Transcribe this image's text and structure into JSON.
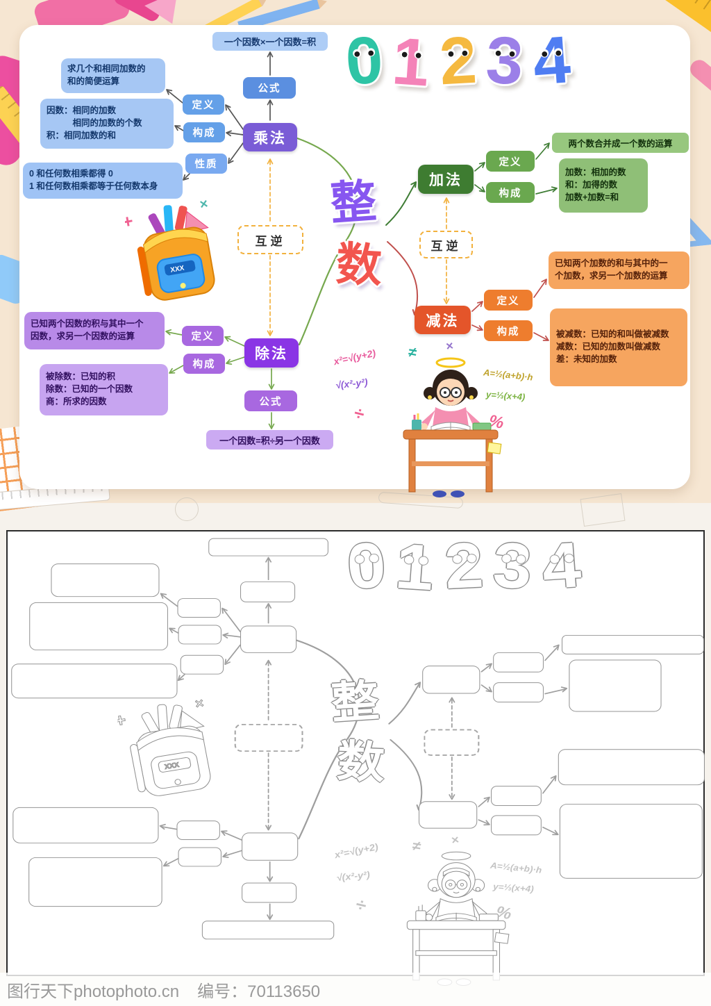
{
  "watermark": {
    "site": "图行天下photophoto.cn",
    "code": "编号：70113650"
  },
  "center": {
    "char1": "整",
    "char2": "数"
  },
  "numbers": {
    "n0": "0",
    "n1": "1",
    "n2": "2",
    "n3": "3",
    "n4": "4"
  },
  "inverse": {
    "left": "互逆",
    "right": "互逆"
  },
  "multiplication": {
    "title": "乘法",
    "formula_label": "公式",
    "formula_text": "一个因数×一个因数=积",
    "definition_label": "定义",
    "definition_text": "求几个和相同加数的\n和的简便运算",
    "composition_label": "构成",
    "composition_text": "因数：相同的加数\n　　　相同的加数的个数\n积：相同加数的和",
    "property_label": "性质",
    "property_text": "0 和任何数相乘都得 0\n1 和任何数相乘都等于任何数本身"
  },
  "division": {
    "title": "除法",
    "definition_label": "定义",
    "definition_text": "已知两个因数的积与其中一个\n因数，求另一个因数的运算",
    "composition_label": "构成",
    "composition_text": "被除数：已知的积\n除数：已知的一个因数\n商：所求的因数",
    "formula_label": "公式",
    "formula_text": "一个因数=积÷另一个因数"
  },
  "addition": {
    "title": "加法",
    "definition_label": "定义",
    "definition_text": "两个数合并成一个数的运算",
    "composition_label": "构成",
    "composition_text": "加数：相加的数\n和：加得的数\n加数+加数=和"
  },
  "subtraction": {
    "title": "减法",
    "definition_label": "定义",
    "definition_text": "已知两个加数的和与其中的一\n个加数，求另一个加数的运算",
    "composition_label": "构成",
    "composition_text": "被减数：已知的和叫做被减数\n减数：已知的加数叫做减数\n差：未知的加数"
  },
  "backpack_label": "XXX",
  "doodles": {
    "d1": "x²=√(y+2)",
    "d2": "√(x²-y²)",
    "d3": "÷",
    "d4": "≠",
    "d5": "A=½(a+b)·h",
    "d6": "y=⅓(x+4)",
    "d7": "%",
    "d8": "×"
  },
  "colors": {
    "mult_main": "#7a5cd6",
    "mult_label": "#64a0e8",
    "mult_box": "#a6c7f4",
    "div_main": "#8a35e5",
    "div_label": "#a868e0",
    "div_box": "#c7a4f0",
    "add_main": "#3e7c31",
    "add_label": "#6aa84f",
    "add_box": "#8fbf77",
    "sub_main": "#e4552a",
    "sub_label": "#ee7d2e",
    "sub_box": "#f6a55f",
    "inverse_border": "#f2b13d",
    "num0": "#2ec4a5",
    "num1": "#f483b8",
    "num2": "#f5b940",
    "num3": "#9b7fe8",
    "num4": "#4f7df2",
    "center_char1": "#8756f0",
    "center_char2": "#f2554e"
  }
}
